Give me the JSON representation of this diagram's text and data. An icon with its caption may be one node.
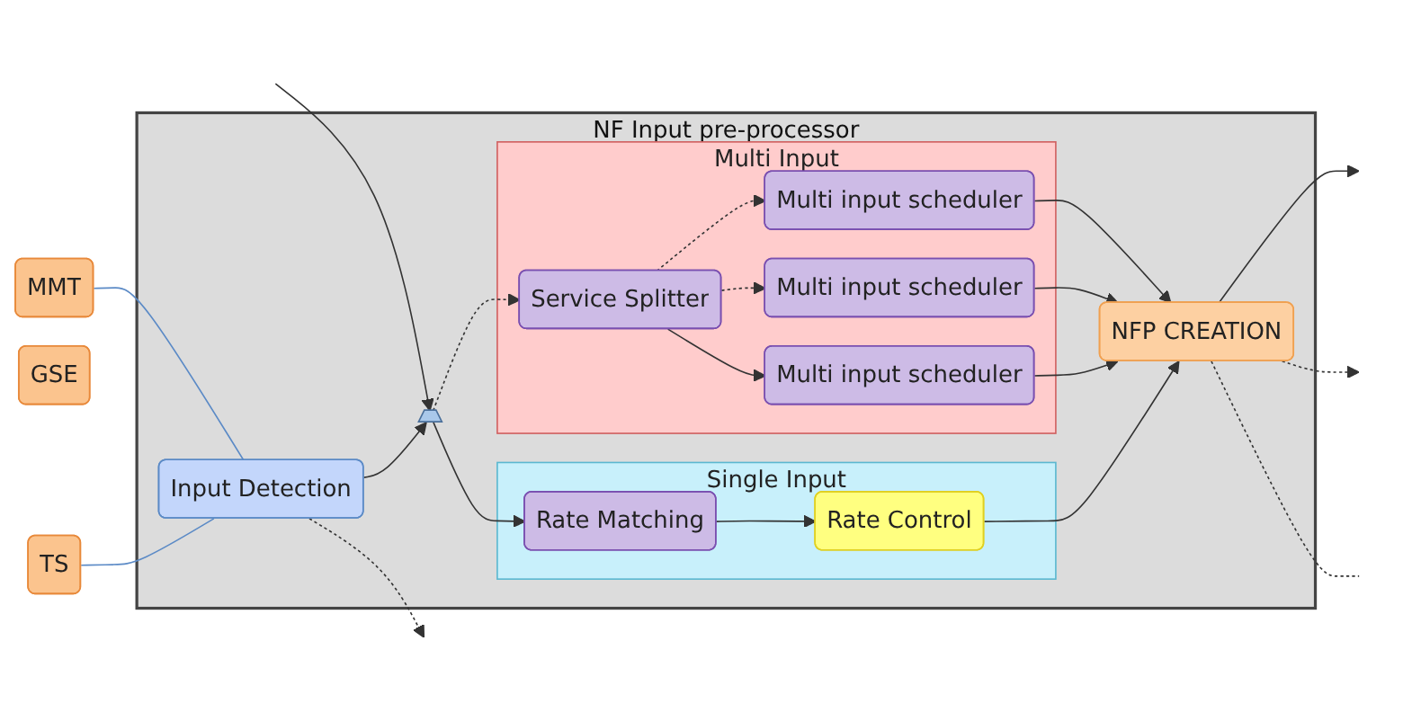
{
  "diagram": {
    "nodes": [
      {
        "text": [
          "NF Input pre-processor"
        ]
      },
      {
        "text": [
          "TS"
        ]
      },
      {
        "text": [
          "GSE"
        ]
      },
      {
        "text": [
          "MMT"
        ]
      },
      {
        "text": [
          "Input Detection"
        ],
        "in": 0
      },
      {
        "text": [],
        "shape": "trapezoid",
        "in": 0
      },
      {
        "text": [
          "Single Input"
        ],
        "in": 0
      },
      {
        "text": [
          "Rate Matching"
        ],
        "in": 6
      },
      {
        "text": [
          "Rate Control"
        ],
        "in": 6
      },
      {
        "text": [
          "Multi Input"
        ],
        "in": 0
      },
      {
        "text": [
          "Service Splitter"
        ],
        "in": 9
      },
      {
        "text": [
          "Multi input scheduler"
        ],
        "in": 9
      },
      {
        "text": [
          "Multi input scheduler"
        ],
        "in": 9
      },
      {
        "text": [
          "Multi input scheduler"
        ],
        "in": 9
      },
      {
        "text": [
          "NFP CREATION"
        ],
        "in": 0
      }
    ],
    "edges": [
      {
        "from": 1,
        "to": 4,
        "arrow": "none",
        "color": "#5b8ac6"
      },
      {
        "from": 3,
        "to": 4,
        "arrow": "none",
        "color": "#5b8ac6"
      },
      {
        "from": 4,
        "to": 5,
        "arrow": "to"
      },
      {
        "from": null,
        "to": 5,
        "arrow": "to"
      },
      {
        "from": 5,
        "to": 7,
        "arrow": "to"
      },
      {
        "from": 5,
        "to": 10,
        "arrow": "to",
        "style": "dashed"
      },
      {
        "from": 7,
        "to": 8,
        "arrow": "to"
      },
      {
        "from": 8,
        "to": 14,
        "arrow": "to"
      },
      {
        "from": 10,
        "to": 11,
        "arrow": "to"
      },
      {
        "from": 10,
        "to": 12,
        "arrow": "to",
        "style": "dashed"
      },
      {
        "from": 10,
        "to": 13,
        "arrow": "to",
        "style": "dashed"
      },
      {
        "from": 11,
        "to": 14,
        "arrow": "to"
      },
      {
        "from": 12,
        "to": 14,
        "arrow": "to"
      },
      {
        "from": 13,
        "to": 14,
        "arrow": "to"
      },
      {
        "from": 14,
        "to": null,
        "arrow": "to"
      },
      {
        "from": 14,
        "to": null,
        "arrow": "to",
        "style": "dashed"
      },
      {
        "from": 14,
        "to": null,
        "arrow": "none",
        "style": "dashed"
      },
      {
        "from": 4,
        "to": null,
        "arrow": "to",
        "style": "dashed"
      }
    ]
  }
}
